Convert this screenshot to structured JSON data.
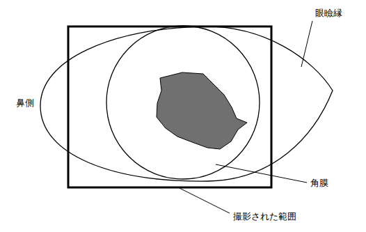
{
  "diagram": {
    "labels": [
      "眼瞼縁",
      "鼻側",
      "角膜",
      "撮影された範囲"
    ]
  }
}
